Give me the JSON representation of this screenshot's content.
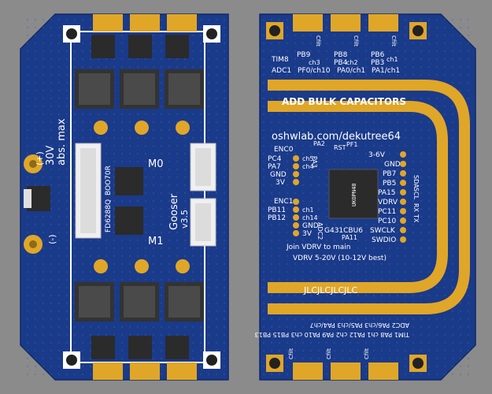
{
  "colors": {
    "background": "#8b8b8b",
    "board": "#1a3a8a",
    "board_dark": "#14306f",
    "copper": "#e0a628",
    "silk": "#ffffff",
    "chip": "#2b2b2b"
  },
  "left_board": {
    "voltage_note": [
      "(+)",
      "30V",
      "abs. max"
    ],
    "minus_label": "(-)",
    "ic_labels": [
      "BOO70R",
      "FD6288Q"
    ],
    "motor_labels": [
      "M0",
      "M1"
    ],
    "product_name": "Gooser",
    "product_version": "v3.5"
  },
  "right_board": {
    "timer_header": {
      "tim8": "TIM8",
      "adc1": "ADC1",
      "pins": [
        "PB9",
        "ch3",
        "PB8",
        "ch2",
        "PB6",
        "ch1",
        "PB4",
        "PB3"
      ],
      "adc_pins": [
        "PF0/ch10",
        "PA0/ch1",
        "PA1/ch1"
      ]
    },
    "bulk_cap_label": "ADD BULK CAPACITORS",
    "url": "oshwlab.com/dekutree64",
    "left_pins": [
      "ENC0",
      "PC4",
      "PA7",
      "GND",
      "3V",
      "ENC1",
      "PB11",
      "PB12",
      "GND",
      "3V"
    ],
    "left_pin_ch": [
      "ch5",
      "ch4",
      "ch1",
      "ch14"
    ],
    "adc2_label": "ADC2",
    "adc_pins_small": [
      "PA2",
      "PA3",
      "RST",
      "PF1"
    ],
    "right_pins": [
      "3-6V",
      "GND",
      "PB7",
      "PB5",
      "PA15",
      "VDRV",
      "PC11",
      "PC10",
      "SWCLK",
      "SWDIO"
    ],
    "right_pin_sides": [
      "SDA",
      "SCL",
      "RX",
      "TX"
    ],
    "mcu_part": "G431CBU6",
    "mcu_marking": "UKOPN48",
    "join_note": "Join VDRV to main",
    "vdrv_note": "VDRV 5-20V (10-12V best)",
    "pa11_label": "PA11",
    "jlc_label": "JLCJLCJLCJLC",
    "bottom_header": {
      "line1": "ADC2 PA6/ch3 PA5/ch3 PA4/ch7",
      "line2": "TIM1 PA8 ch1 PA12 ch2 PA9 PA10 ch3 PB15 PB13"
    },
    "cap_label": "Cfilt"
  }
}
